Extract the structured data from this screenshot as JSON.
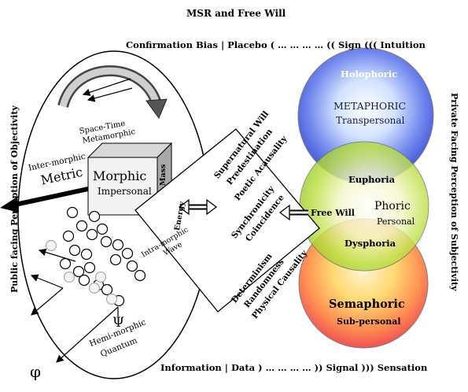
{
  "title": "MSR and Free Will",
  "top_spectrum": "Confirmation Bias  |  Placebo ( … … … … (( Sign ((( Intuition",
  "bottom_spectrum": "Information  |  Data ) … … … … )) Signal ))) Sensation",
  "left_axis": "Public facing Perception of Objectivity",
  "right_axis": "Private Facing Perception of Subjectivity",
  "ellipse": {
    "space_time_1": "Space-Time",
    "space_time_2": "Metamorphic",
    "inter_morphic": "Inter-morphic",
    "metric": "Metric",
    "cube_title": "Morphic",
    "cube_sub": "Impersonal",
    "cube_side": "Mass",
    "cube_bottom": "Energy",
    "intra_1": "Intra-morphic",
    "intra_2": "Wave",
    "psi": "Ψ",
    "hemi_1": "Hemi-morphic",
    "hemi_2": "Quantum",
    "phi": "φ"
  },
  "box": {
    "g1": [
      "Supernatural Will",
      "Predestination",
      "Poetic Acausality"
    ],
    "g2": [
      "Synchronicity",
      "Coincidence"
    ],
    "g3": [
      "Determinism",
      "Randomness",
      "Physical Causality"
    ]
  },
  "free_will": "Free Will",
  "circles": {
    "holophoric": "Holophoric",
    "metaphoric": "METAPHORIC",
    "transpersonal": "Transpersonal",
    "euphoria": "Euphoria",
    "phoric": "Phoric",
    "personal": "Personal",
    "dysphoria": "Dysphoria",
    "semaphoric": "Semaphoric",
    "subpersonal": "Sub-personal"
  },
  "colors": {
    "top_circle": "#3f5fe0",
    "mid_circle": "#c6e23a",
    "bottom_circle": "#f05050"
  }
}
